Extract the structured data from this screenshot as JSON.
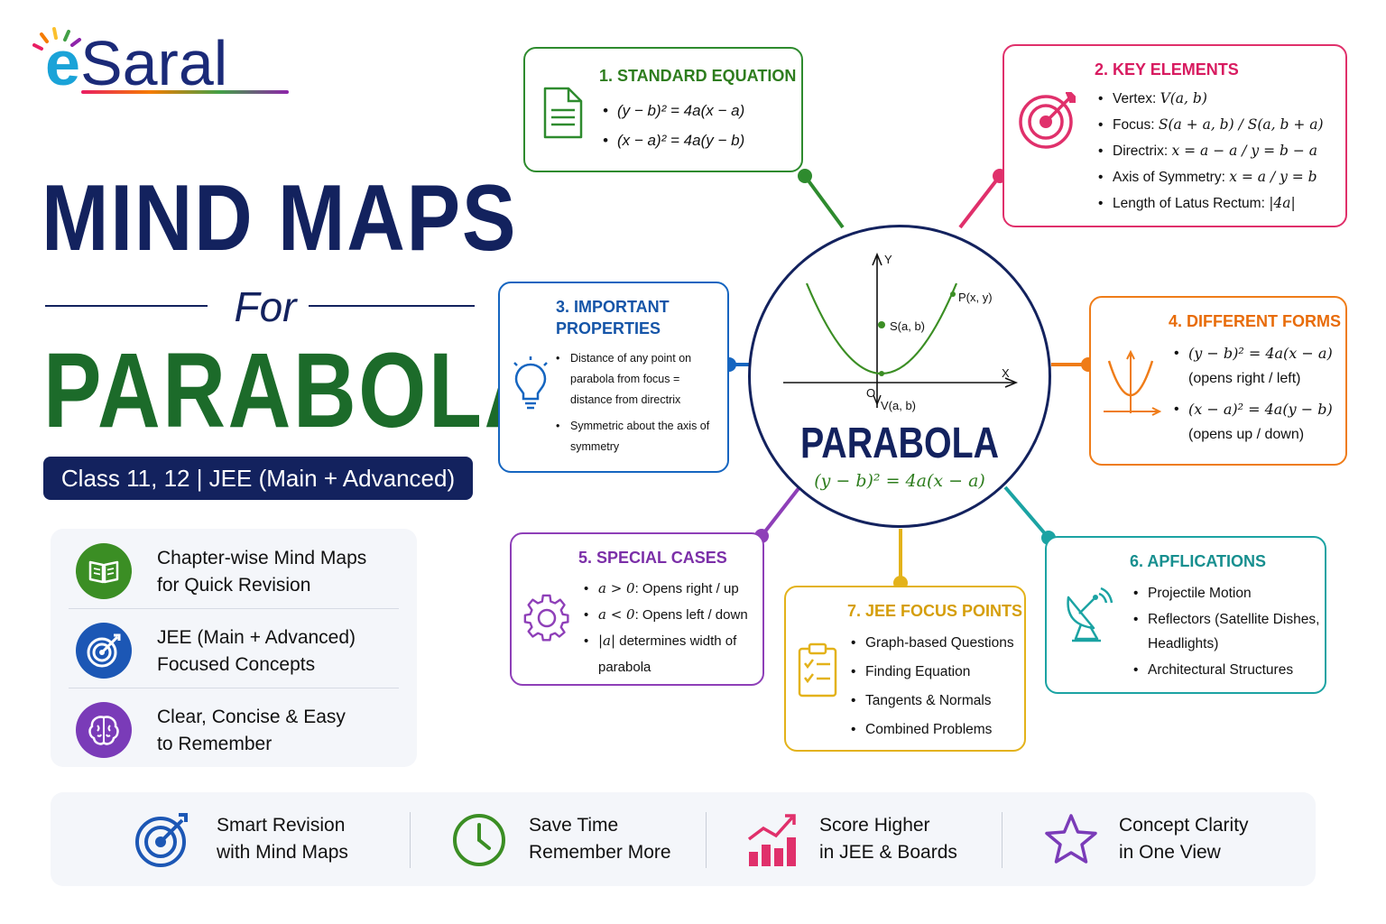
{
  "brand": {
    "logo_text_e": "e",
    "logo_text_rest": "Saral",
    "colors": {
      "navy": "#13225e",
      "green": "#1c6b2a",
      "cyan": "#1aa3d8"
    }
  },
  "hero": {
    "title_line1": "MIND MAPS",
    "title_for": "For",
    "title_line2": "PARABOLA",
    "class_badge": "Class 11, 12  |  JEE (Main + Advanced)"
  },
  "features": [
    {
      "icon": "book-icon",
      "line1": "Chapter-wise Mind Maps",
      "line2": "for Quick Revision"
    },
    {
      "icon": "target-icon",
      "line1": "JEE (Main + Advanced)",
      "line2": "Focused Concepts"
    },
    {
      "icon": "brain-icon",
      "line1": "Clear, Concise & Easy",
      "line2": "to Remember"
    }
  ],
  "center": {
    "title": "PARABOLA",
    "equation": "(y − b)² = 4a(x − a)",
    "labels": {
      "y_axis": "Y",
      "x_axis": "X",
      "origin": "O",
      "focus": "S(a, b)",
      "point": "P(x, y)",
      "vertex": "V(a, b)"
    }
  },
  "nodes": {
    "standard_equation": {
      "title": "1.  STANDARD EQUATION",
      "color": "#2e8b2e",
      "items": [
        "(y − b)² = 4a(x − a)",
        "(x − a)² = 4a(y − b)"
      ]
    },
    "key_elements": {
      "title": "2.  KEY ELEMENTS",
      "color": "#e0306b",
      "items": [
        {
          "label": "Vertex: ",
          "math": "V(a, b)"
        },
        {
          "label": "Focus: ",
          "math": "S(a + a, b) / S(a, b + a)"
        },
        {
          "label": "Directrix: ",
          "math": "x = a − a / y = b − a"
        },
        {
          "label": "Axis of Symmetry: ",
          "math": "x = a / y = b"
        },
        {
          "label": "Length of Latus Rectum: ",
          "math": "|4a|"
        }
      ]
    },
    "important_properties": {
      "title": "3. IMPORTANT PROPERTIES",
      "color": "#1565c0",
      "items": [
        "Distance of any point on parabola from focus = distance from directrix",
        "Symmetric about the axis of symmetry"
      ]
    },
    "different_forms": {
      "title": "4.  DIFFERENT FORMS",
      "color": "#ef7c18",
      "items": [
        {
          "math": "(y − b)² = 4a(x − a)",
          "note": "(opens right / left)"
        },
        {
          "math": "(x − a)² = 4a(y − b)",
          "note": "(opens up / down)"
        }
      ]
    },
    "special_cases": {
      "title": "5.  SPECIAL CASES",
      "color": "#8e3fb8",
      "items": [
        {
          "math": "a > 0",
          "label": ": Opens right / up"
        },
        {
          "math": "a < 0",
          "label": ": Opens left / down"
        },
        {
          "math": "|a|",
          "label": " determines width of parabola"
        }
      ]
    },
    "applications": {
      "title": "6.  APFLICATIONS",
      "color": "#1ba3a3",
      "items": [
        "Projectile Motion",
        "Reflectors (Satellite Dishes, Headlights)",
        "Architectural Structures"
      ]
    },
    "jee_focus_points": {
      "title": "7. JEE FOCUS POINTS",
      "color": "#e3b21a",
      "items": [
        "Graph-based Questions",
        "Finding Equation",
        "Tangents & Normals",
        "Combined Problems"
      ]
    }
  },
  "bottom_bar": [
    {
      "icon": "target-icon",
      "line1": "Smart Revision",
      "line2": "with Mind Maps"
    },
    {
      "icon": "clock-icon",
      "line1": "Save Time",
      "line2": "Remember More"
    },
    {
      "icon": "bar-chart-icon",
      "line1": "Score Higher",
      "line2": "in JEE & Boards"
    },
    {
      "icon": "star-icon",
      "line1": "Concept Clarity",
      "line2": "in One View"
    }
  ]
}
